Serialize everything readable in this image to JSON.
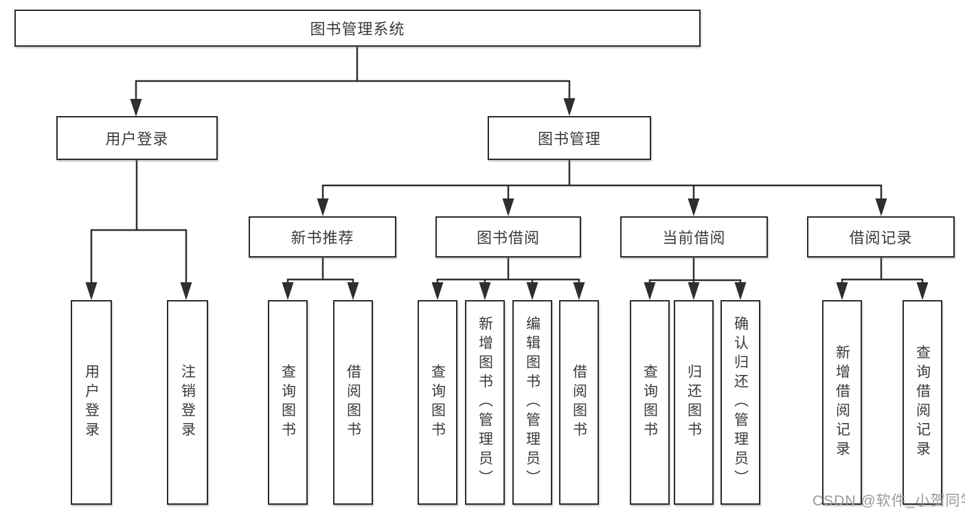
{
  "diagram": {
    "type": "hierarchy-tree",
    "root": {
      "label": "图书管理系统"
    },
    "level2": [
      {
        "id": "user-login",
        "label": "用户登录"
      },
      {
        "id": "book-management",
        "label": "图书管理"
      }
    ],
    "level3": [
      {
        "id": "new-book-recommendation",
        "parent": "图书管理",
        "label": "新书推荐"
      },
      {
        "id": "book-borrowing",
        "parent": "图书管理",
        "label": "图书借阅"
      },
      {
        "id": "current-borrowing",
        "parent": "图书管理",
        "label": "当前借阅"
      },
      {
        "id": "borrowing-records",
        "parent": "图书管理",
        "label": "借阅记录"
      }
    ],
    "leaves": [
      {
        "parent": "用户登录",
        "label": "用户登录"
      },
      {
        "parent": "用户登录",
        "label": "注销登录"
      },
      {
        "parent": "新书推荐",
        "label": "查询图书"
      },
      {
        "parent": "新书推荐",
        "label": "借阅图书"
      },
      {
        "parent": "图书借阅",
        "label": "查询图书"
      },
      {
        "parent": "图书借阅",
        "label": "新增图书（管理员）"
      },
      {
        "parent": "图书借阅",
        "label": "编辑图书（管理员）"
      },
      {
        "parent": "图书借阅",
        "label": "借阅图书"
      },
      {
        "parent": "当前借阅",
        "label": "查询图书"
      },
      {
        "parent": "当前借阅",
        "label": "归还图书"
      },
      {
        "parent": "当前借阅",
        "label": "确认归还（管理员）"
      },
      {
        "parent": "借阅记录",
        "label": "新增借阅记录"
      },
      {
        "parent": "借阅记录",
        "label": "查询借阅记录"
      }
    ],
    "watermark": "CSDN @软件_小贺同学",
    "colors": {
      "line": "#2e2e2e",
      "box_border": "#2b2b2b",
      "text": "#3a3a3a",
      "watermark": "#999999",
      "background": "#ffffff"
    }
  }
}
